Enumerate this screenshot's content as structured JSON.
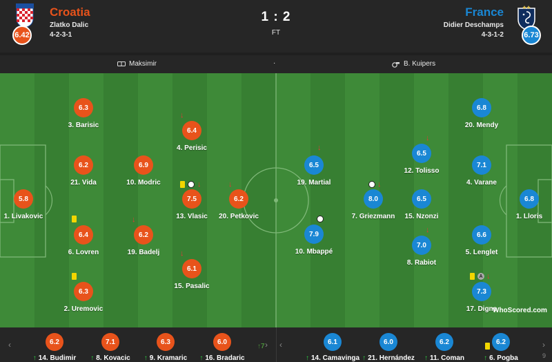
{
  "match": {
    "score": "1 : 2",
    "status": "FT",
    "venue": "Maksimir",
    "separator": "·",
    "referee": "B. Kuipers"
  },
  "home": {
    "name": "Croatia",
    "coach": "Zlatko Dalic",
    "formation": "4-2-3-1",
    "rating": "6.42",
    "color": "#e8531b",
    "players": [
      {
        "id": "livakovic",
        "name": "1. Livakovic",
        "rating": "5.8"
      },
      {
        "id": "barisic",
        "name": "3. Barisic",
        "rating": "6.3"
      },
      {
        "id": "vida",
        "name": "21. Vida",
        "rating": "6.2"
      },
      {
        "id": "lovren",
        "name": "6. Lovren",
        "rating": "6.4"
      },
      {
        "id": "uremovic",
        "name": "2. Uremovic",
        "rating": "6.3"
      },
      {
        "id": "modric",
        "name": "10. Modric",
        "rating": "6.9"
      },
      {
        "id": "badelj",
        "name": "19. Badelj",
        "rating": "6.2"
      },
      {
        "id": "perisic",
        "name": "4. Perisic",
        "rating": "6.4"
      },
      {
        "id": "vlasic",
        "name": "13. Vlasic",
        "rating": "7.5"
      },
      {
        "id": "pasalic",
        "name": "15. Pasalic",
        "rating": "6.1"
      },
      {
        "id": "petkovic",
        "name": "20. Petkovic",
        "rating": "6.2"
      }
    ],
    "subs": [
      {
        "name": "14. Budimir",
        "rating": "6.2"
      },
      {
        "name": "8. Kovacic",
        "rating": "7.1"
      },
      {
        "name": "9. Kramaric",
        "rating": "6.3"
      },
      {
        "name": "16. Bradaric",
        "rating": "6.0"
      }
    ],
    "more_subs": "7"
  },
  "away": {
    "name": "France",
    "coach": "Didier Deschamps",
    "formation": "4-3-1-2",
    "rating": "6.73",
    "color": "#1a87d4",
    "players": [
      {
        "id": "lloris",
        "name": "1. Lloris",
        "rating": "6.8"
      },
      {
        "id": "mendy",
        "name": "20. Mendy",
        "rating": "6.8"
      },
      {
        "id": "varane",
        "name": "4. Varane",
        "rating": "7.1"
      },
      {
        "id": "lenglet",
        "name": "5. Lenglet",
        "rating": "6.6"
      },
      {
        "id": "digne",
        "name": "17. Digne",
        "rating": "7.3"
      },
      {
        "id": "tolisso",
        "name": "12. Tolisso",
        "rating": "6.5"
      },
      {
        "id": "nzonzi",
        "name": "15. Nzonzi",
        "rating": "6.5"
      },
      {
        "id": "rabiot",
        "name": "8. Rabiot",
        "rating": "7.0"
      },
      {
        "id": "griezmann",
        "name": "7. Griezmann",
        "rating": "8.0"
      },
      {
        "id": "martial",
        "name": "19. Martial",
        "rating": "6.5"
      },
      {
        "id": "mbappe",
        "name": "10. Mbappé",
        "rating": "7.9"
      }
    ],
    "subs": [
      {
        "name": "14. Camavinga",
        "rating": "6.1"
      },
      {
        "name": "21. Hernández",
        "rating": "6.0"
      },
      {
        "name": "11. Coman",
        "rating": "6.2"
      },
      {
        "name": "6. Pogba",
        "rating": "6.2"
      }
    ],
    "more_subs": "9"
  },
  "watermark": "WhoScored",
  "watermark_suffix": ".com",
  "captain_letter": "A",
  "sub_arrow": "↑",
  "off_arrow": "↓",
  "nav": {
    "prev": "‹",
    "next": "›"
  },
  "icons": {
    "venue": "stadium-icon",
    "referee": "whistle-icon"
  }
}
